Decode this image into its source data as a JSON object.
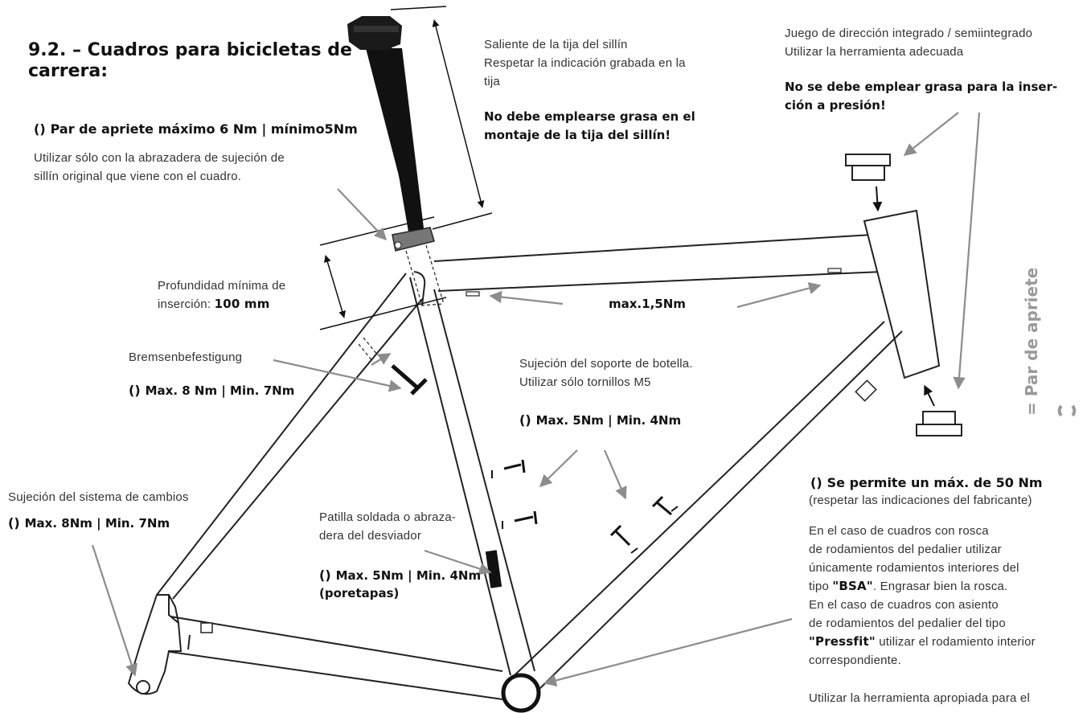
{
  "title": {
    "line1": "9.2. – Cuadros para bicicletas de",
    "line2": "carrera:"
  },
  "torque_main": {
    "icon": "torque-icon",
    "text": "Par de apriete máximo 6 Nm | mínimo5Nm"
  },
  "seat_clamp_note": {
    "line1": "Utilizar sólo con la abrazadera de sujeción de",
    "line2": "sillín original que viene con el cuadro."
  },
  "seatpost_protrusion": {
    "line1": "Saliente de la tija del sillín",
    "line2": "Respetar la indicación grabada en la",
    "line3": "tija",
    "warn1": "No debe emplearse grasa en el",
    "warn2": "montaje de la tija del sillín!"
  },
  "headset": {
    "line1": "Juego de dirección integrado / semiintegrado",
    "line2": "Utilizar la herramienta adecuada",
    "warn1": "No se debe emplear grasa para la inser-",
    "warn2": "ción a presión!"
  },
  "min_insertion": {
    "line1": "Profundidad mínima de",
    "line2_prefix": "inserción: ",
    "line2_value": "100 mm"
  },
  "cable_guide_torque": "max.1,5Nm",
  "brake_mount": {
    "label": "Bremsenbefestigung",
    "torque": "Max. 8 Nm | Min. 7Nm"
  },
  "bottle_cage": {
    "line1": "Sujeción del soporte de botella.",
    "line2": "Utilizar sólo tornillos M5",
    "torque": "Max. 5Nm | Min. 4Nm"
  },
  "derailleur_hanger": {
    "label": "Sujeción del sistema de cambios",
    "torque": "Max. 8Nm | Min. 7Nm"
  },
  "front_derailleur": {
    "line1": "Patilla soldada o abraza-",
    "line2": "dera del desviador",
    "torque": "Max. 5Nm | Min. 4Nm",
    "note": "(poretapas)"
  },
  "bottom_bracket": {
    "torque": "Se permite un máx. de 50 Nm",
    "note": "(respetar las indicaciones del fabricante)",
    "p1": "En el caso de cuadros con rosca",
    "p2": "de rodamientos del pedalier utilizar",
    "p3": "únicamente rodamientos interiores del",
    "p4_prefix": "tipo ",
    "p4_bold": "\"BSA\"",
    "p4_suffix": ". Engrasar bien la rosca.",
    "p5": "En el caso de cuadros con asiento",
    "p6": "de rodamientos del pedalier del tipo",
    "p7_bold": "\"Pressfit\"",
    "p7_suffix": " utilizar el rodamiento interior",
    "p8": "correspondiente.",
    "p9": "Utilizar la herramienta apropiada para el"
  },
  "legend_side": "= Par de apriete",
  "colors": {
    "frame": "#222222",
    "arrow": "#8c8c8c",
    "seatpost": "#111111",
    "legend": "#9a9a9a"
  }
}
